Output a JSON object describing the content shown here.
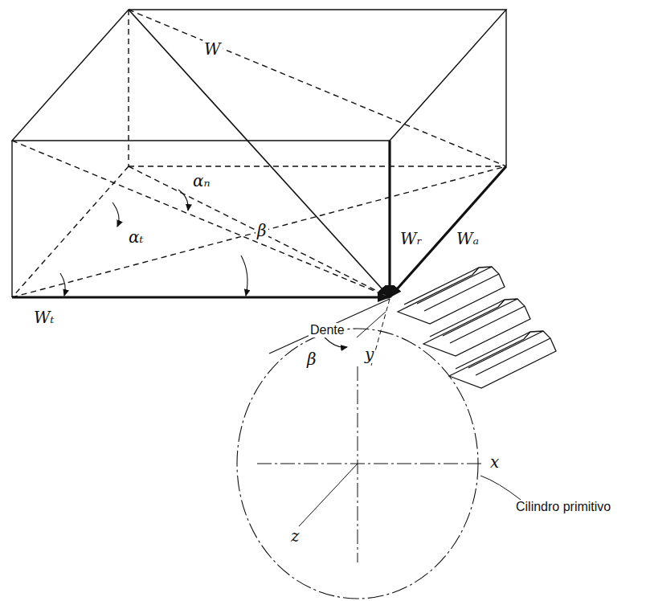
{
  "diagram": {
    "labels": [
      "W",
      "αₙ",
      "Wᵣ",
      "Wₐ",
      "αₜ",
      "β",
      "Wₜ",
      "Dente",
      "β",
      "y",
      "x",
      "z",
      "Cilindro primitivo"
    ]
  }
}
